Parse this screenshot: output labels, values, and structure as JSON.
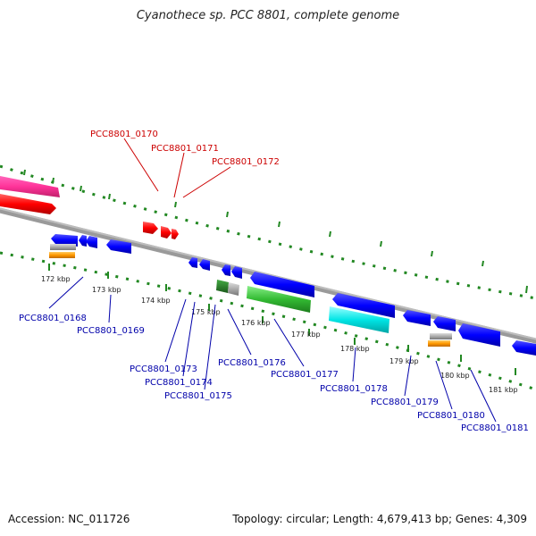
{
  "title": "Cyanothece sp. PCC 8801, complete genome",
  "footer": {
    "accession": "Accession: NC_011726",
    "summary": "Topology: circular; Length: 4,679,413 bp; Genes: 4,309"
  },
  "colors": {
    "forward_gene": "#ff0000",
    "reverse_gene": "#0000ff",
    "rrna": "#33bb33",
    "trna": "#00e5e5",
    "misc": "#ff9900",
    "pink_feature": "#ff3399",
    "backbone": "#777777",
    "tick": "#228822",
    "label_forward": "#cc0000",
    "label_reverse": "#0000aa"
  },
  "scale_labels": [
    "172 kbp",
    "173 kbp",
    "174 kbp",
    "175 kbp",
    "176 kbp",
    "177 kbp",
    "178 kbp",
    "179 kbp",
    "180 kbp",
    "181 kbp"
  ],
  "forward_labels": [
    "PCC8801_0170",
    "PCC8801_0171",
    "PCC8801_0172"
  ],
  "reverse_labels": [
    "PCC8801_0168",
    "PCC8801_0169",
    "PCC8801_0173",
    "PCC8801_0174",
    "PCC8801_0175",
    "PCC8801_0176",
    "PCC8801_0177",
    "PCC8801_0178",
    "PCC8801_0179",
    "PCC8801_0180",
    "PCC8801_0181"
  ]
}
